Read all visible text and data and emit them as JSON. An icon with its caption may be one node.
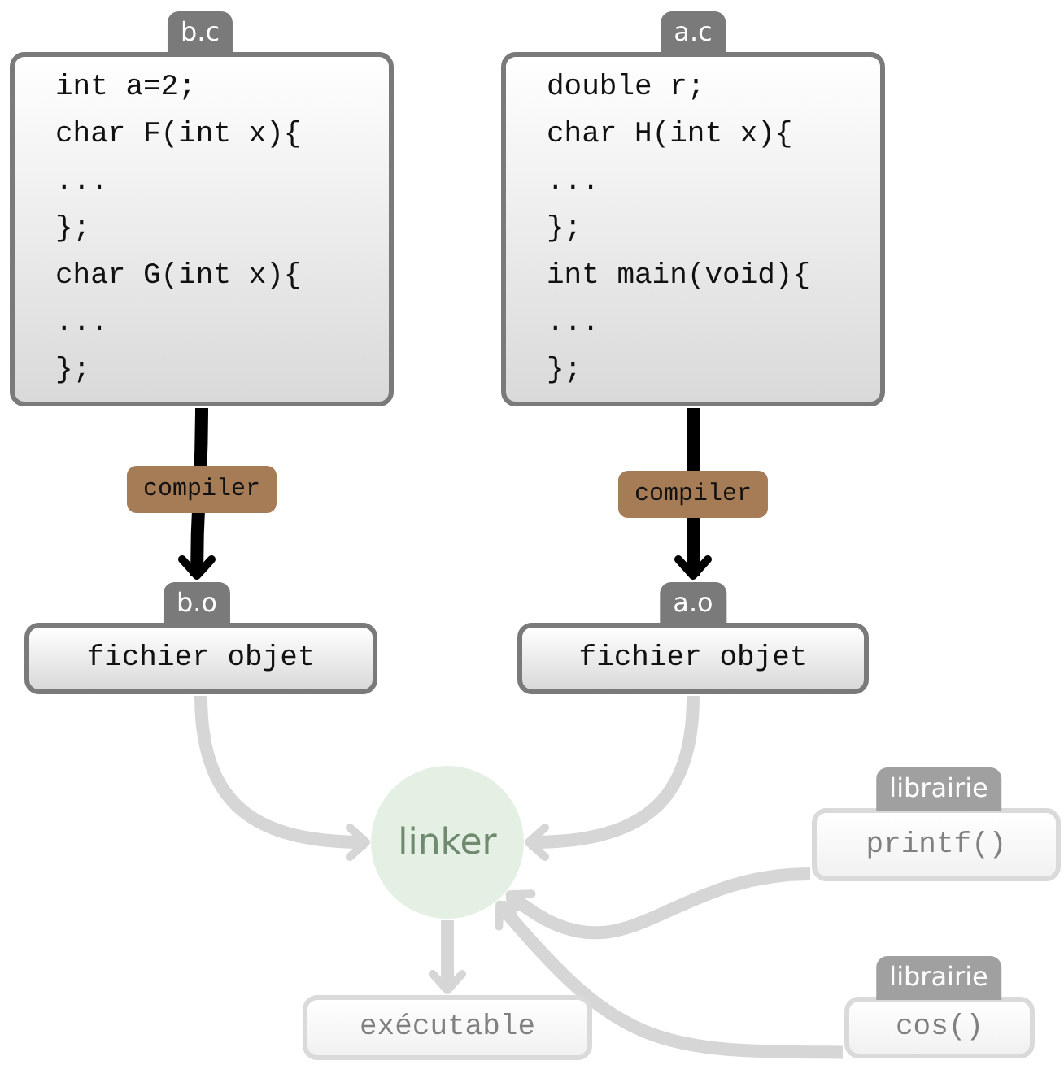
{
  "diagram": {
    "nodes": [
      {
        "text": [
          "b.c",
          "int a=2;",
          "char F(int x){",
          "...",
          "};",
          "char G(int x){",
          "...",
          "};"
        ]
      },
      {
        "text": [
          "a.c",
          "double r;",
          "char H(int x){",
          "...",
          "};",
          "int main(void){",
          "...",
          "};"
        ]
      },
      {
        "text": [
          "b.o",
          "fichier objet"
        ]
      },
      {
        "text": [
          "a.o",
          "fichier objet"
        ]
      },
      {
        "text": [
          "linker"
        ]
      },
      {
        "text": [
          "librairie",
          "printf()"
        ]
      },
      {
        "text": [
          "librairie",
          "cos()"
        ]
      },
      {
        "text": [
          "exécutable"
        ]
      }
    ],
    "edges": [
      {
        "from": 0,
        "to": 2,
        "arrow": "to",
        "label": "compiler",
        "color": "#000000"
      },
      {
        "from": 1,
        "to": 3,
        "arrow": "to",
        "label": "compiler",
        "color": "#000000"
      },
      {
        "from": 2,
        "to": 4,
        "arrow": "to"
      },
      {
        "from": 3,
        "to": 4,
        "arrow": "to"
      },
      {
        "from": 5,
        "to": 4,
        "arrow": "to"
      },
      {
        "from": 6,
        "to": 4,
        "arrow": "to"
      },
      {
        "from": 4,
        "to": 7,
        "arrow": "to"
      }
    ]
  }
}
